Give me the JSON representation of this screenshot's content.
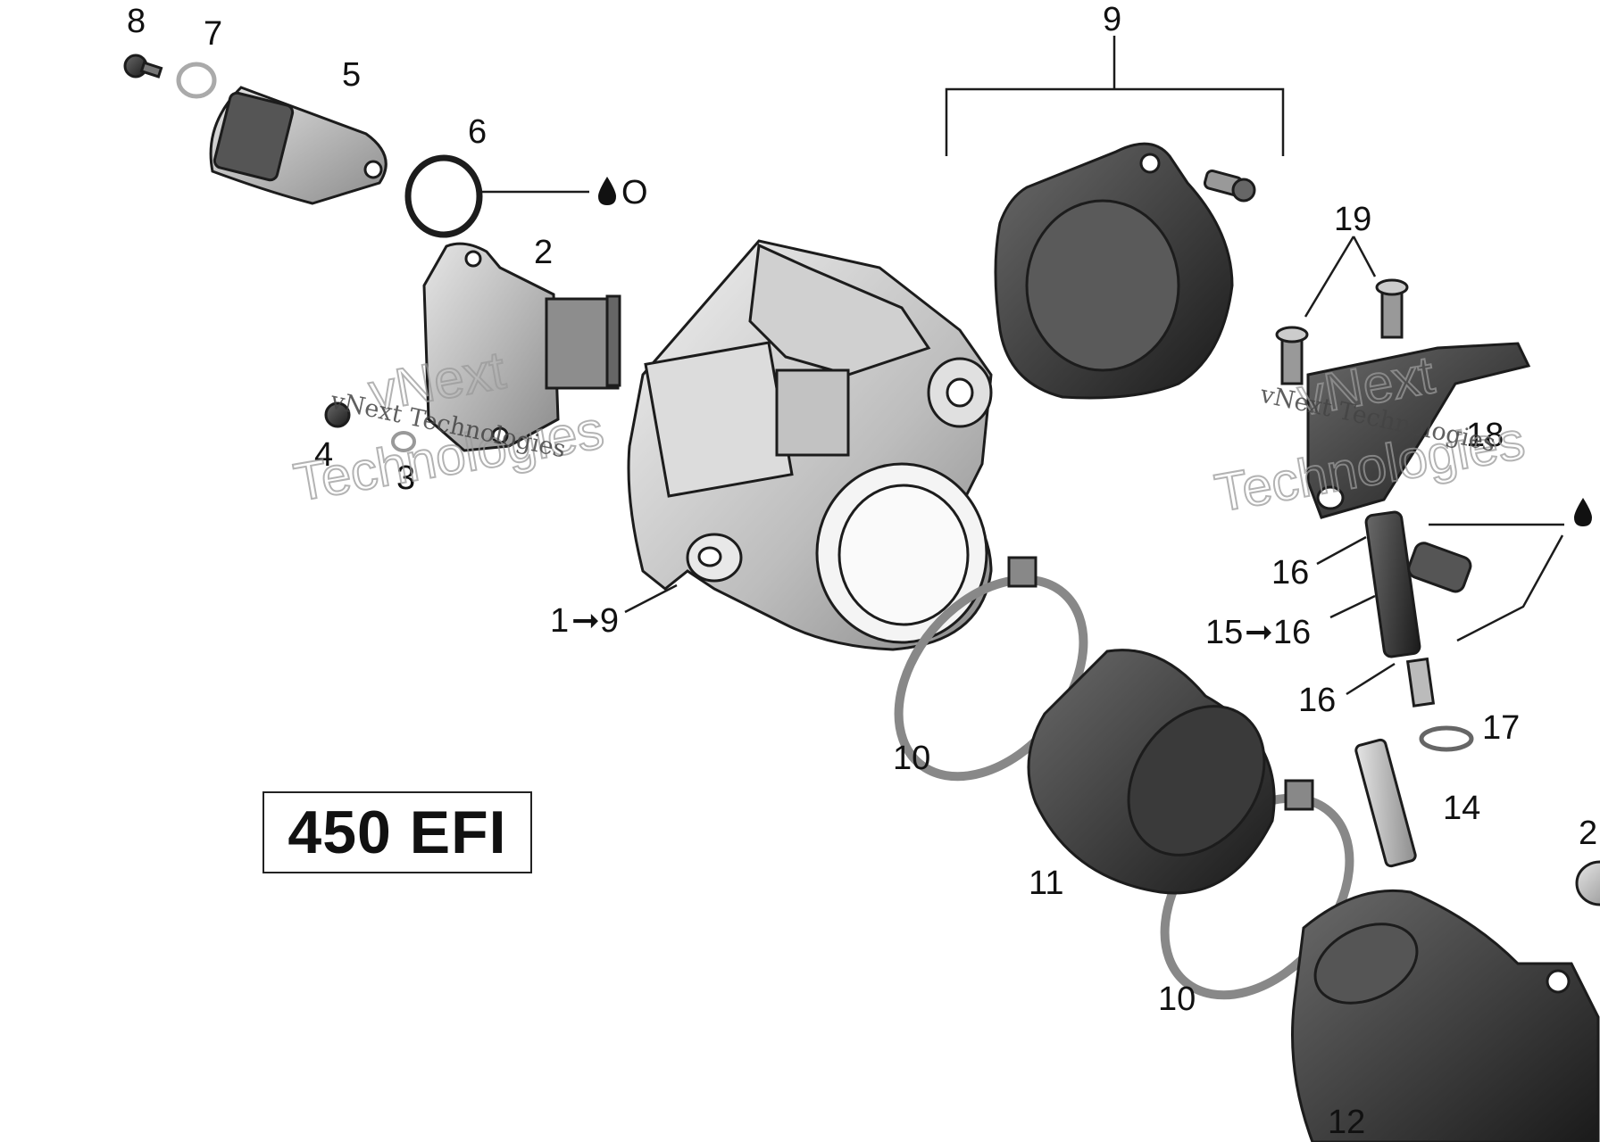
{
  "model_label": "450 EFI",
  "callouts": {
    "n1": "1",
    "n1_arrow": "➞9",
    "n2": "2",
    "n3": "3",
    "n4": "4",
    "n5": "5",
    "n6": "6",
    "n7": "7",
    "n8": "8",
    "n9": "9",
    "n10a": "10",
    "n10b": "10",
    "n11": "11",
    "n12": "12",
    "n14": "14",
    "n15": "15",
    "n15_arrow": "➞16",
    "n16a": "16",
    "n16b": "16",
    "n17": "17",
    "n18": "18",
    "n19": "19",
    "n2_edge": "2"
  },
  "lubricant_mark": "O",
  "watermark": {
    "brand_big": "vNext",
    "brand_big2": "Technologies",
    "brand_small": "vNext Technologies"
  },
  "icons": [
    "oil-drop-icon"
  ]
}
